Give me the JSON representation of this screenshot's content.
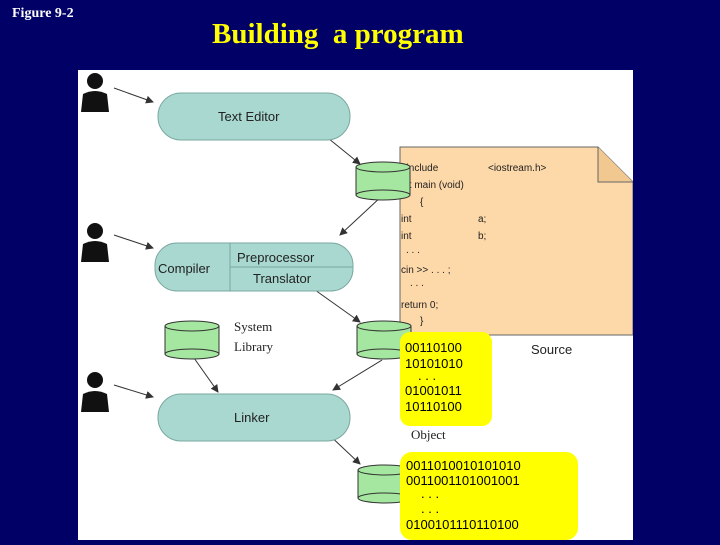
{
  "figure_label": "Figure 9-2",
  "title": "Building  a program",
  "nodes": {
    "text_editor": "Text Editor",
    "compiler": "Compiler",
    "preprocessor": "Preprocessor",
    "translator": "Translator",
    "linker": "Linker",
    "system_library_line1": "System",
    "system_library_line2": "Library"
  },
  "source_label": "Source",
  "object_label": "Object",
  "source_code": {
    "line1_a": "#include",
    "line1_b": "<iostream.h>",
    "line2": "int main (void)",
    "line3": "{",
    "line4_a": "int",
    "line4_b": "a;",
    "line5_a": "int",
    "line5_b": "b;",
    "line6": ". . .",
    "line7": "cin >> . . . ;",
    "line8": ". . .",
    "line9": "return 0;",
    "line10": "}"
  },
  "object_code": [
    "00110100",
    "10101010",
    ". . .",
    "01001011",
    "10110100"
  ],
  "executable_code": [
    "0011010010101010",
    "0011001101001001",
    ". . .",
    ". . .",
    "0100101110110100"
  ],
  "colors": {
    "background": "#000066",
    "title": "#ffff00",
    "node_fill": "#a8d8d0",
    "disk_fill": "#a5e7a0",
    "source_fill": "#fdd8a8",
    "binary_fill": "#ffff00"
  }
}
